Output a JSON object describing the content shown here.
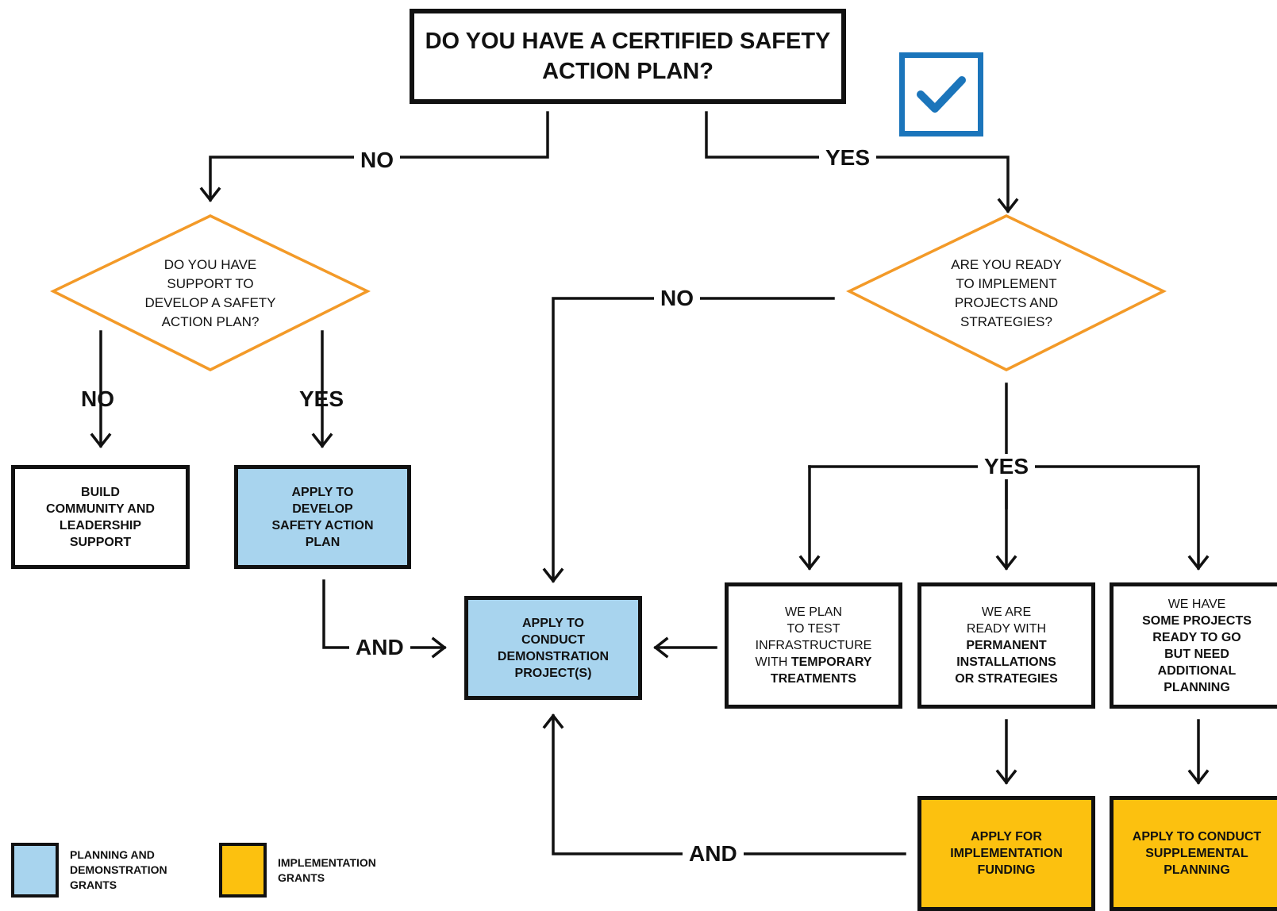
{
  "title": "DO YOU HAVE A CERTIFIED SAFETY ACTION PLAN?",
  "checkbox_icon": "checkmark-icon",
  "colors": {
    "planning_blue": "#a8d4ee",
    "implementation_gold": "#fcc10f",
    "decision_orange": "#f39a28",
    "check_blue": "#1b75bb"
  },
  "labels": {
    "top_no": "NO",
    "top_yes": "YES",
    "left_no": "NO",
    "left_yes": "YES",
    "mid_no": "NO",
    "right_yes": "YES",
    "and_upper": "AND",
    "and_lower": "AND"
  },
  "decisions": {
    "support": [
      "DO YOU HAVE",
      "SUPPORT TO",
      "DEVELOP A SAFETY",
      "ACTION PLAN?"
    ],
    "ready": [
      "ARE YOU READY",
      "TO IMPLEMENT",
      "PROJECTS AND",
      "STRATEGIES?"
    ]
  },
  "boxes": {
    "build": [
      "BUILD",
      "COMMUNITY AND",
      "LEADERSHIP",
      "SUPPORT"
    ],
    "develop": [
      "APPLY TO",
      "DEVELOP",
      "SAFETY ACTION",
      "PLAN"
    ],
    "demo": [
      "APPLY TO",
      "CONDUCT",
      "DEMONSTRATION",
      "PROJECT(S)"
    ],
    "temp": {
      "l1": "WE PLAN",
      "l2": "TO TEST",
      "l3": "INFRASTRUCTURE",
      "l4a": "WITH ",
      "l4b": "TEMPORARY",
      "l5": "TREATMENTS"
    },
    "permanent": {
      "l1": "WE ARE",
      "l2": "READY WITH",
      "l3": "PERMANENT",
      "l4": "INSTALLATIONS",
      "l5": "OR STRATEGIES"
    },
    "some": {
      "l1": "WE HAVE",
      "l2": "SOME PROJECTS",
      "l3": "READY TO GO",
      "l4": "BUT NEED",
      "l5": "ADDITIONAL",
      "l6": "PLANNING"
    },
    "implementation": [
      "APPLY FOR",
      "IMPLEMENTATION",
      "FUNDING"
    ],
    "supplemental": [
      "APPLY TO CONDUCT",
      "SUPPLEMENTAL",
      "PLANNING"
    ]
  },
  "legend": {
    "planning": [
      "PLANNING AND",
      "DEMONSTRATION",
      "GRANTS"
    ],
    "implementation": [
      "IMPLEMENTATION",
      "GRANTS"
    ]
  }
}
